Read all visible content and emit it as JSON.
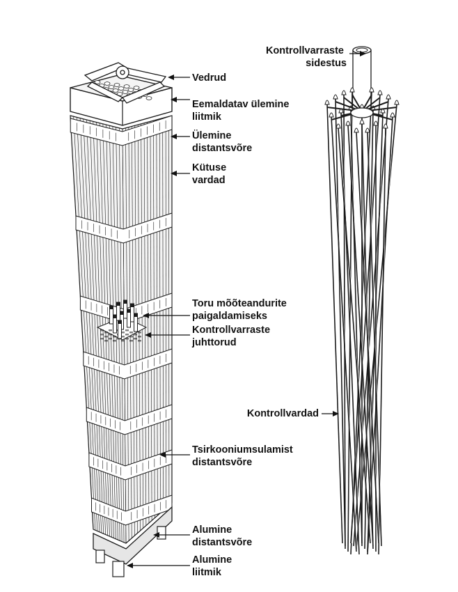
{
  "colors": {
    "ink": "#1a1a1a",
    "paper": "#ffffff",
    "shade": "#d9d9d9"
  },
  "labels": {
    "springs": [
      "Vedrud"
    ],
    "top_nozzle": [
      "Eemaldatav ülemine",
      "liitmik"
    ],
    "top_grid": [
      "Ülemine",
      "distantsvõre"
    ],
    "fuel_rods": [
      "Kütuse",
      "vardad"
    ],
    "instrument_tube": [
      "Toru mõõteandurite",
      "paigaldamiseks"
    ],
    "guide_tubes": [
      "Kontrollvarraste",
      "juhttorud"
    ],
    "mid_grid": [
      "Tsirkooniumsulamist",
      "distantsvõre"
    ],
    "bottom_grid": [
      "Alumine",
      "distantsvõre"
    ],
    "bottom_nozzle": [
      "Alumine",
      "liitmik"
    ],
    "rcca_hub": [
      "Kontrollvarraste",
      "sidestus"
    ],
    "control_rods": [
      "Kontrollvardad"
    ]
  }
}
